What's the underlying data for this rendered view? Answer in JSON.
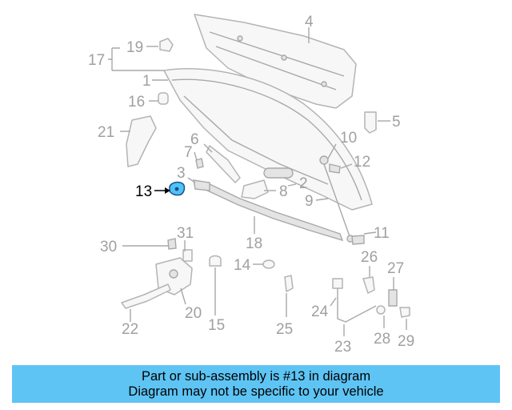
{
  "labels": {
    "l1": "1",
    "l2": "2",
    "l3": "3",
    "l4": "4",
    "l5": "5",
    "l6": "6",
    "l7": "7",
    "l8": "8",
    "l9": "9",
    "l10": "10",
    "l11": "11",
    "l12": "12",
    "l13": "13",
    "l14": "14",
    "l15": "15",
    "l16": "16",
    "l17": "17",
    "l18": "18",
    "l19": "19",
    "l20": "20",
    "l21": "21",
    "l22": "22",
    "l23": "23",
    "l24": "24",
    "l25": "25",
    "l26": "26",
    "l27": "27",
    "l28": "28",
    "l29": "29",
    "l30": "30",
    "l31": "31"
  },
  "highlight": {
    "color": "#4fc3f7"
  },
  "banner": {
    "line1": "Part or sub-assembly is #13 in diagram",
    "line2": "Diagram may not be specific to your vehicle",
    "color": "#5ec4f4"
  }
}
